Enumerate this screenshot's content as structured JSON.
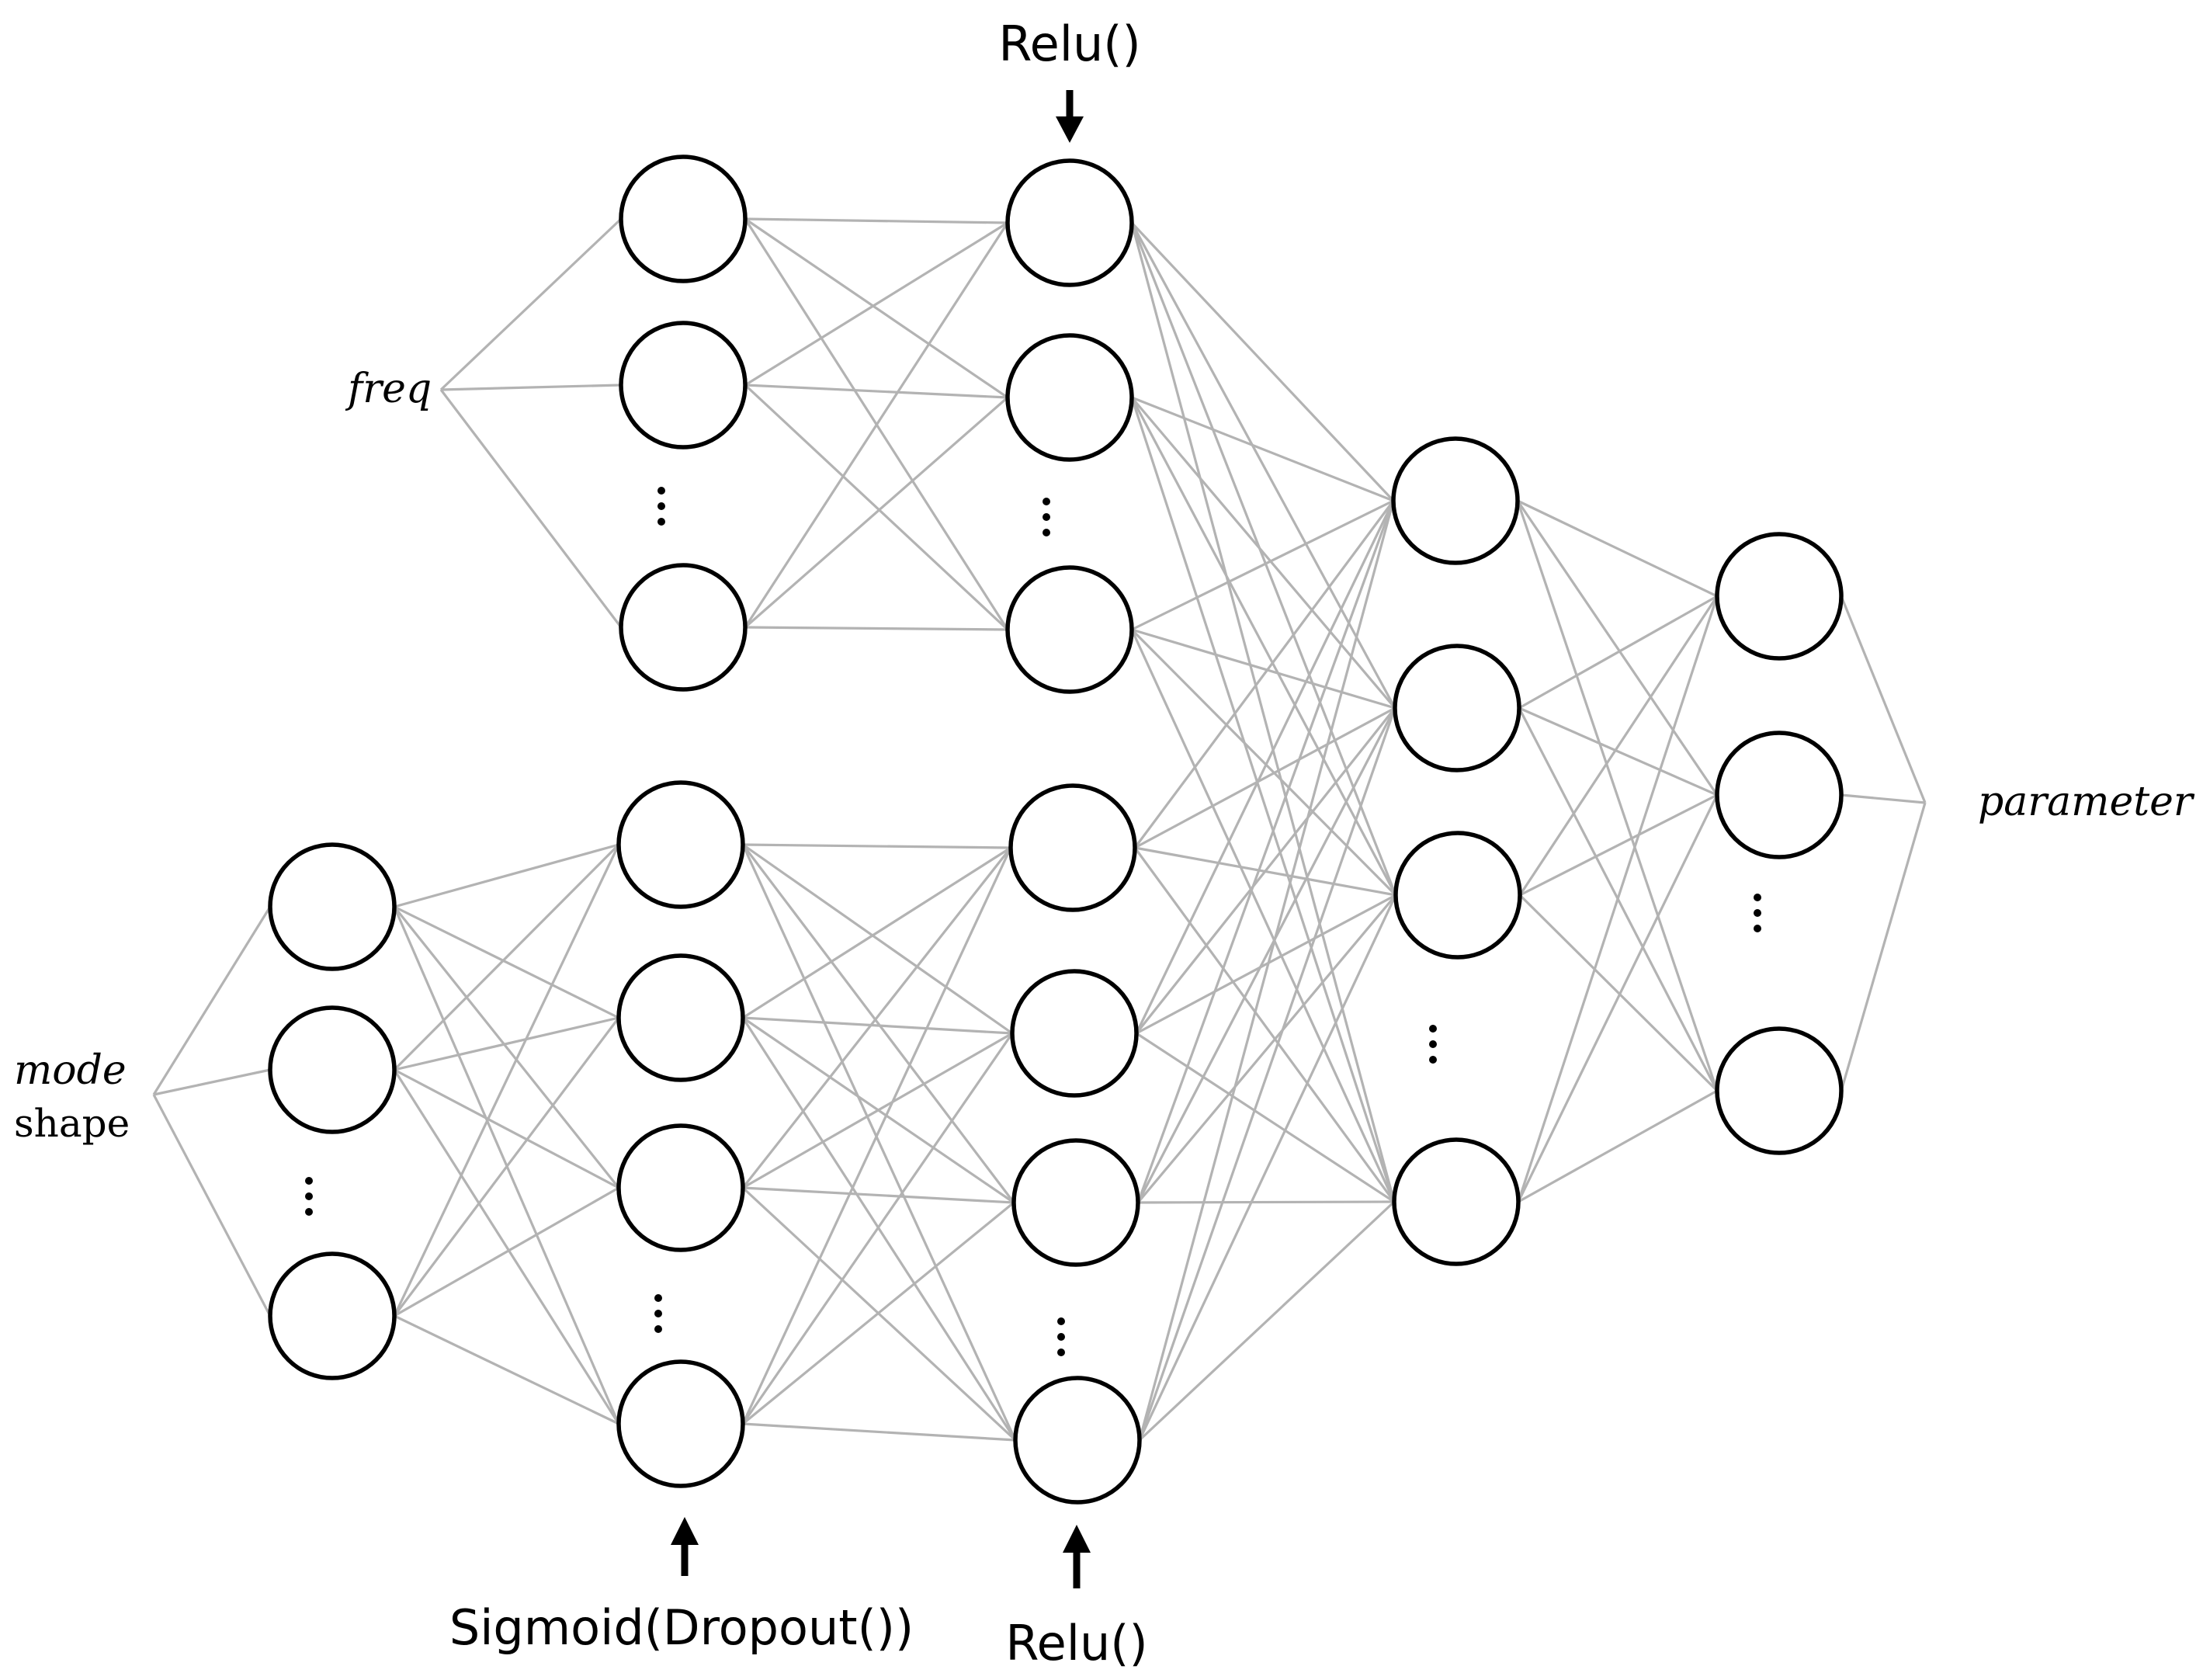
{
  "labels": {
    "freq": "freq",
    "mode": "mode",
    "shape": "shape",
    "parameter": "parameter",
    "relu_top": "Relu()",
    "relu_bottom": "Relu()",
    "sigmoid_dropout": "Sigmoid(Dropout())"
  },
  "colors": {
    "edge": "#b3b3b3",
    "node_stroke": "#000000",
    "node_fill": "#ffffff",
    "text": "#000000"
  }
}
